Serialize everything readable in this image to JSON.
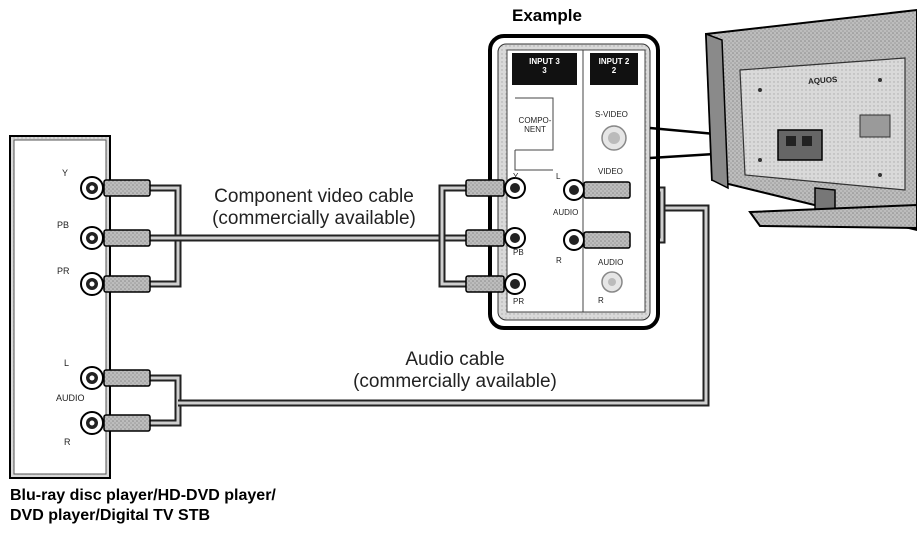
{
  "example_label": "Example",
  "component_cable": {
    "line1": "Component video cable",
    "line2": "(commercially available)"
  },
  "audio_cable": {
    "line1": "Audio cable",
    "line2": "(commercially available)"
  },
  "device_caption": {
    "line1": "Blu-ray disc player/HD-DVD player/",
    "line2": "DVD player/Digital TV STB"
  },
  "device_jacks": {
    "y": "Y",
    "pb": "PB",
    "pr": "PR",
    "l": "L",
    "audio": "AUDIO",
    "r": "R"
  },
  "tv_panel": {
    "input3": "INPUT 3",
    "input3_num": "3",
    "input2": "INPUT 2",
    "input2_num": "2",
    "component_line1": "COMPO-",
    "component_line2": "NENT",
    "svideo": "S-VIDEO",
    "video": "VIDEO",
    "y": "Y",
    "pb": "PB",
    "pr": "PR",
    "l": "L",
    "audio": "AUDIO",
    "r": "R",
    "audio2": "AUDIO",
    "r2": "R"
  },
  "tv_brand": "AQUOS"
}
